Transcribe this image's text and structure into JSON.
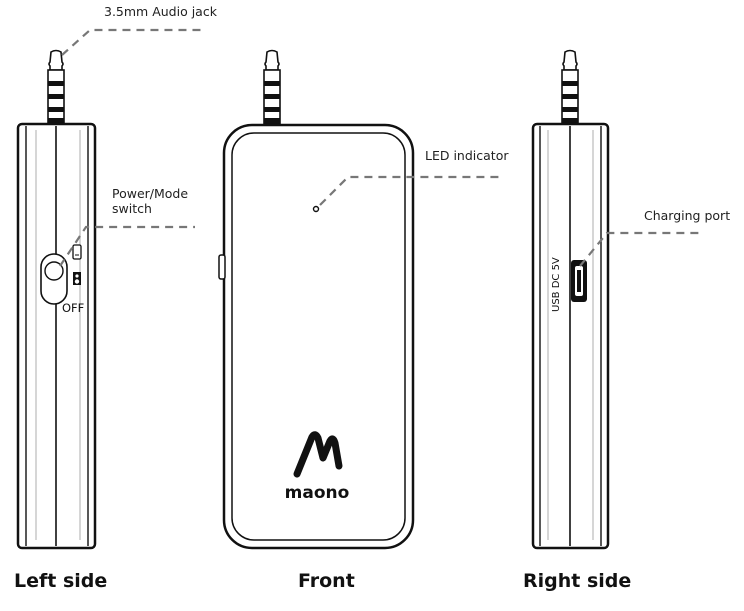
{
  "callouts": {
    "audio_jack": "3.5mm Audio jack",
    "power_mode_line1": "Power/Mode",
    "power_mode_line2": "switch",
    "led_indicator": "LED indicator",
    "charging_port": "Charging port"
  },
  "device_text": {
    "switch_off": "OFF",
    "usb_label": "USB DC 5V",
    "brand": "maono"
  },
  "captions": {
    "left": "Left side",
    "front": "Front",
    "right": "Right side"
  },
  "colors": {
    "line": "#111111",
    "dash": "#777777",
    "text": "#222222"
  }
}
